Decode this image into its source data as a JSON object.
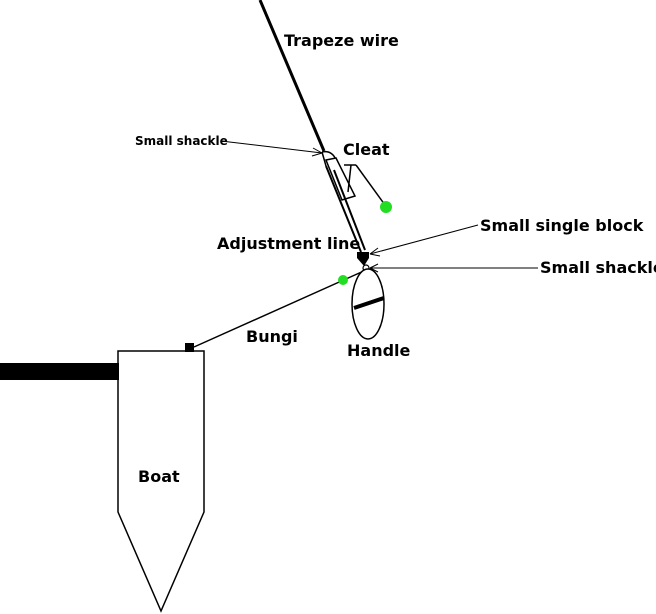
{
  "labels": {
    "trapeze_wire": "Trapeze wire",
    "small_shackle_upper": "Small shackle",
    "cleat": "Cleat",
    "small_single_block": "Small single block",
    "adjustment_line": "Adjustment line",
    "small_shackle_lower": "Small shackle",
    "bungi": "Bungi",
    "handle": "Handle",
    "boat": "Boat"
  },
  "colors": {
    "ink": "#000000",
    "marker_green": "#22dd22",
    "background": "#ffffff"
  }
}
